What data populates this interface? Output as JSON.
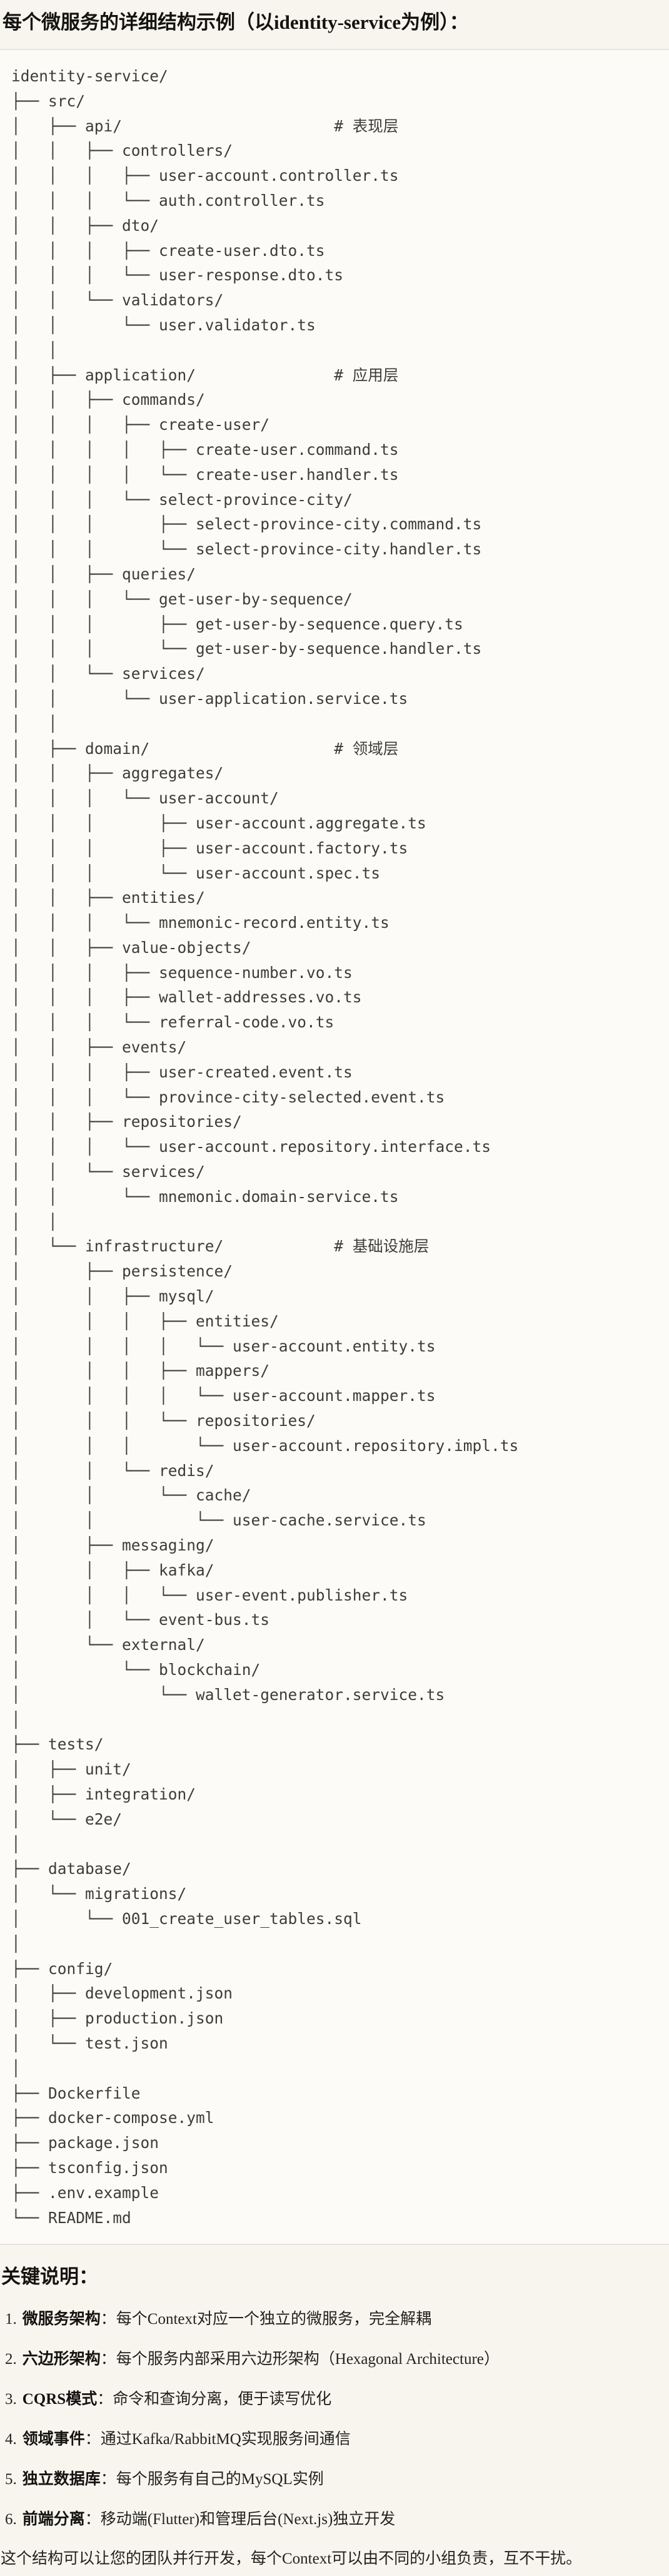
{
  "page": {
    "title": "每个微服务的详细结构示例（以identity-service为例）：",
    "background_color": "#F7F5EE"
  },
  "code_block": {
    "background_color": "#FCFBF8",
    "border_color": "#E7E4DB",
    "text_color": "#3D3C38",
    "tree_lines": [
      "identity-service/",
      "├── src/",
      "│   ├── api/                       # 表现层",
      "│   │   ├── controllers/",
      "│   │   │   ├── user-account.controller.ts",
      "│   │   │   └── auth.controller.ts",
      "│   │   ├── dto/",
      "│   │   │   ├── create-user.dto.ts",
      "│   │   │   └── user-response.dto.ts",
      "│   │   └── validators/",
      "│   │       └── user.validator.ts",
      "│   │",
      "│   ├── application/               # 应用层",
      "│   │   ├── commands/",
      "│   │   │   ├── create-user/",
      "│   │   │   │   ├── create-user.command.ts",
      "│   │   │   │   └── create-user.handler.ts",
      "│   │   │   └── select-province-city/",
      "│   │   │       ├── select-province-city.command.ts",
      "│   │   │       └── select-province-city.handler.ts",
      "│   │   ├── queries/",
      "│   │   │   └── get-user-by-sequence/",
      "│   │   │       ├── get-user-by-sequence.query.ts",
      "│   │   │       └── get-user-by-sequence.handler.ts",
      "│   │   └── services/",
      "│   │       └── user-application.service.ts",
      "│   │",
      "│   ├── domain/                    # 领域层",
      "│   │   ├── aggregates/",
      "│   │   │   └── user-account/",
      "│   │   │       ├── user-account.aggregate.ts",
      "│   │   │       ├── user-account.factory.ts",
      "│   │   │       └── user-account.spec.ts",
      "│   │   ├── entities/",
      "│   │   │   └── mnemonic-record.entity.ts",
      "│   │   ├── value-objects/",
      "│   │   │   ├── sequence-number.vo.ts",
      "│   │   │   ├── wallet-addresses.vo.ts",
      "│   │   │   └── referral-code.vo.ts",
      "│   │   ├── events/",
      "│   │   │   ├── user-created.event.ts",
      "│   │   │   └── province-city-selected.event.ts",
      "│   │   ├── repositories/",
      "│   │   │   └── user-account.repository.interface.ts",
      "│   │   └── services/",
      "│   │       └── mnemonic.domain-service.ts",
      "│   │",
      "│   └── infrastructure/            # 基础设施层",
      "│       ├── persistence/",
      "│       │   ├── mysql/",
      "│       │   │   ├── entities/",
      "│       │   │   │   └── user-account.entity.ts",
      "│       │   │   ├── mappers/",
      "│       │   │   │   └── user-account.mapper.ts",
      "│       │   │   └── repositories/",
      "│       │   │       └── user-account.repository.impl.ts",
      "│       │   └── redis/",
      "│       │       └── cache/",
      "│       │           └── user-cache.service.ts",
      "│       ├── messaging/",
      "│       │   ├── kafka/",
      "│       │   │   └── user-event.publisher.ts",
      "│       │   └── event-bus.ts",
      "│       └── external/",
      "│           └── blockchain/",
      "│               └── wallet-generator.service.ts",
      "│",
      "├── tests/",
      "│   ├── unit/",
      "│   ├── integration/",
      "│   └── e2e/",
      "│",
      "├── database/",
      "│   └── migrations/",
      "│       └── 001_create_user_tables.sql",
      "│",
      "├── config/",
      "│   ├── development.json",
      "│   ├── production.json",
      "│   └── test.json",
      "│",
      "├── Dockerfile",
      "├── docker-compose.yml",
      "├── package.json",
      "├── tsconfig.json",
      "├── .env.example",
      "└── README.md"
    ]
  },
  "key_notes": {
    "heading": "关键说明：",
    "items": [
      {
        "num": "1.",
        "term": "微服务架构",
        "sep": "：",
        "desc": "每个Context对应一个独立的微服务，完全解耦"
      },
      {
        "num": "2.",
        "term": "六边形架构",
        "sep": "：",
        "desc": "每个服务内部采用六边形架构（Hexagonal Architecture）"
      },
      {
        "num": "3.",
        "term": "CQRS模式",
        "sep": "：",
        "desc": "命令和查询分离，便于读写优化"
      },
      {
        "num": "4.",
        "term": "领域事件",
        "sep": "：",
        "desc": "通过Kafka/RabbitMQ实现服务间通信"
      },
      {
        "num": "5.",
        "term": "独立数据库",
        "sep": "：",
        "desc": "每个服务有自己的MySQL实例"
      },
      {
        "num": "6.",
        "term": "前端分离",
        "sep": "：",
        "desc": "移动端(Flutter)和管理后台(Next.js)独立开发"
      }
    ],
    "closing": "这个结构可以让您的团队并行开发，每个Context可以由不同的小组负责，互不干扰。"
  }
}
